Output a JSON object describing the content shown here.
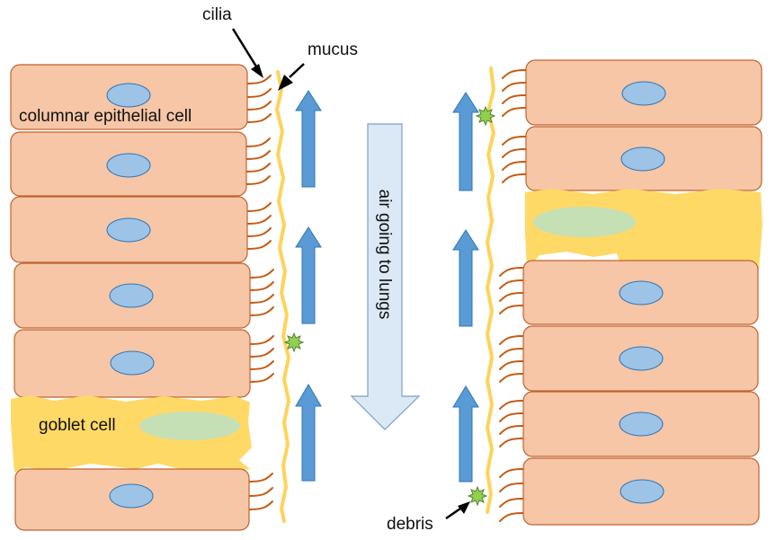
{
  "labels": {
    "cilia": "cilia",
    "mucus": "mucus",
    "columnar_cell": "columnar epithelial cell",
    "goblet_cell": "goblet cell",
    "debris": "debris",
    "airflow": "air going to lungs"
  },
  "colors": {
    "cell_fill": "#f6c6a6",
    "cell_stroke": "#c0622d",
    "nucleus_fill": "#9dc3e6",
    "nucleus_stroke": "#2e75b6",
    "goblet_fill": "#ffd966",
    "goblet_nucleus": "#c5e0b4",
    "mucus_line": "#ffd35a",
    "cilia": "#c55a11",
    "arrow_up": "#5b9bd5",
    "arrow_up_stroke": "#2e75b6",
    "air_arrow_fill": "#dbe8f6",
    "air_arrow_stroke": "#7f9fc0",
    "debris_fill": "#92d050",
    "debris_stroke": "#548235"
  },
  "icons": [
    "debris-particle-icon",
    "mucus-flow-arrow-icon",
    "airflow-arrow-icon"
  ]
}
